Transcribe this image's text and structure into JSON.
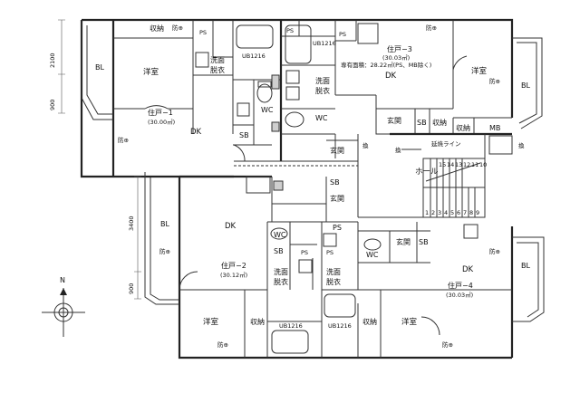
{
  "units": {
    "u1": {
      "name": "住戸−1",
      "area": "(30.00㎡)"
    },
    "u2": {
      "name": "住戸−2",
      "area": "(30.12㎡)"
    },
    "u3": {
      "name": "住戸−3",
      "area": "(30.03㎡)",
      "note": "専有面積：28.22㎡(PS、MB除く)"
    },
    "u4": {
      "name": "住戸−4",
      "area": "(30.03㎡)"
    }
  },
  "rooms": {
    "yoshitsu": "洋室",
    "dk": "DK",
    "shuno": "収納",
    "ps": "PS",
    "ub": "UB1216",
    "senmen": "洗面",
    "datsui": "脱衣",
    "wc": "WC",
    "sb": "SB",
    "genkan": "玄関",
    "bl": "BL",
    "mb": "MB",
    "hall": "ホール",
    "enshou": "延焼ライン"
  },
  "symbols": {
    "bohan": "防⊕",
    "kanki": "換"
  },
  "dims": {
    "d2100": "2100",
    "d900a": "900",
    "d3400": "3400",
    "d900b": "900"
  },
  "stair": {
    "steps_top": [
      "15",
      "14",
      "13",
      "12",
      "11",
      "10"
    ],
    "steps_bottom": [
      "1",
      "2",
      "3",
      "4",
      "5",
      "6",
      "7",
      "8",
      "9"
    ]
  },
  "compass": {
    "north": "N"
  }
}
